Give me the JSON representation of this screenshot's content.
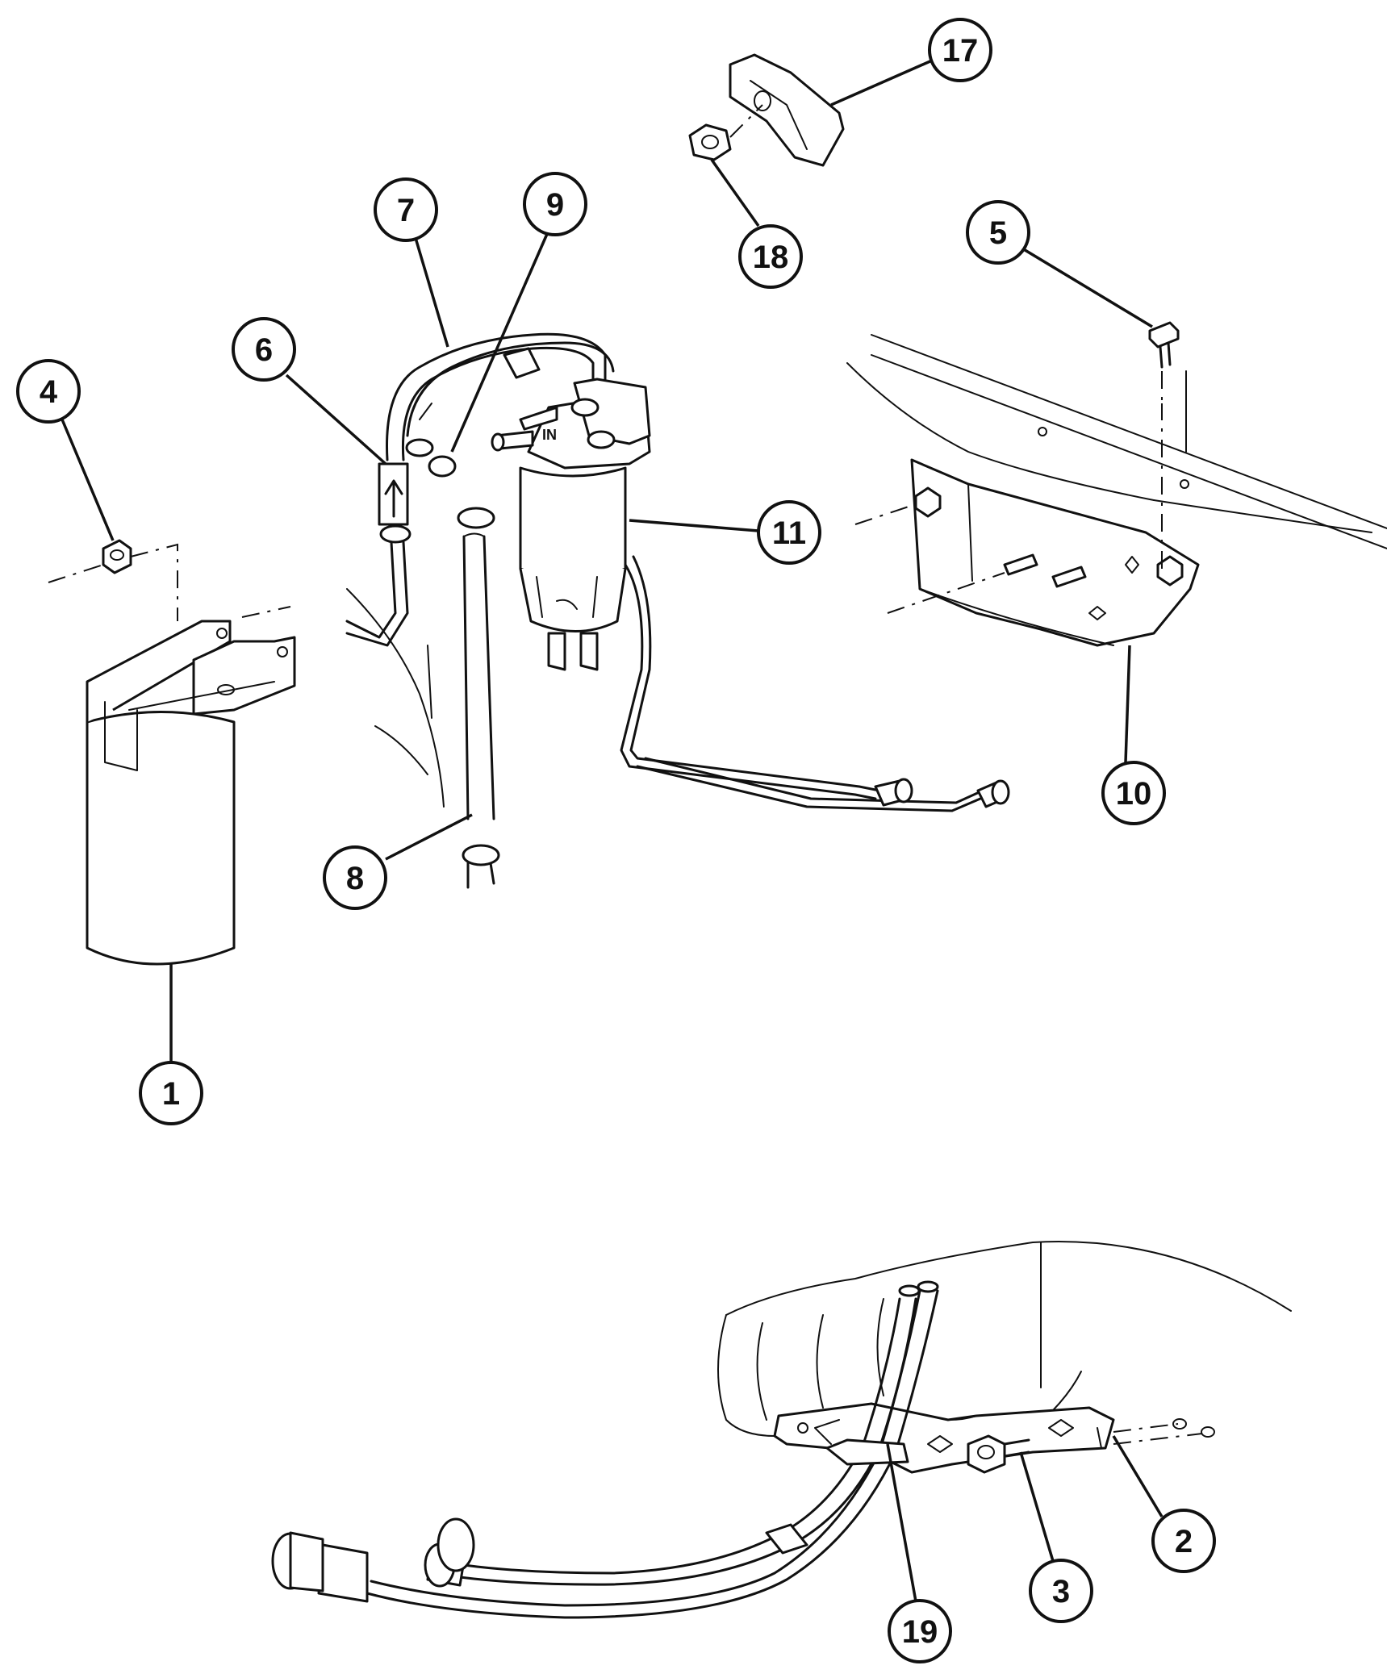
{
  "callouts": {
    "c1": "1",
    "c2": "2",
    "c3": "3",
    "c4": "4",
    "c5": "5",
    "c6": "6",
    "c7": "7",
    "c8": "8",
    "c9": "9",
    "c10": "10",
    "c11": "11",
    "c17": "17",
    "c18": "18",
    "c19": "19"
  },
  "part_labels": {
    "filter_head": "IN"
  }
}
